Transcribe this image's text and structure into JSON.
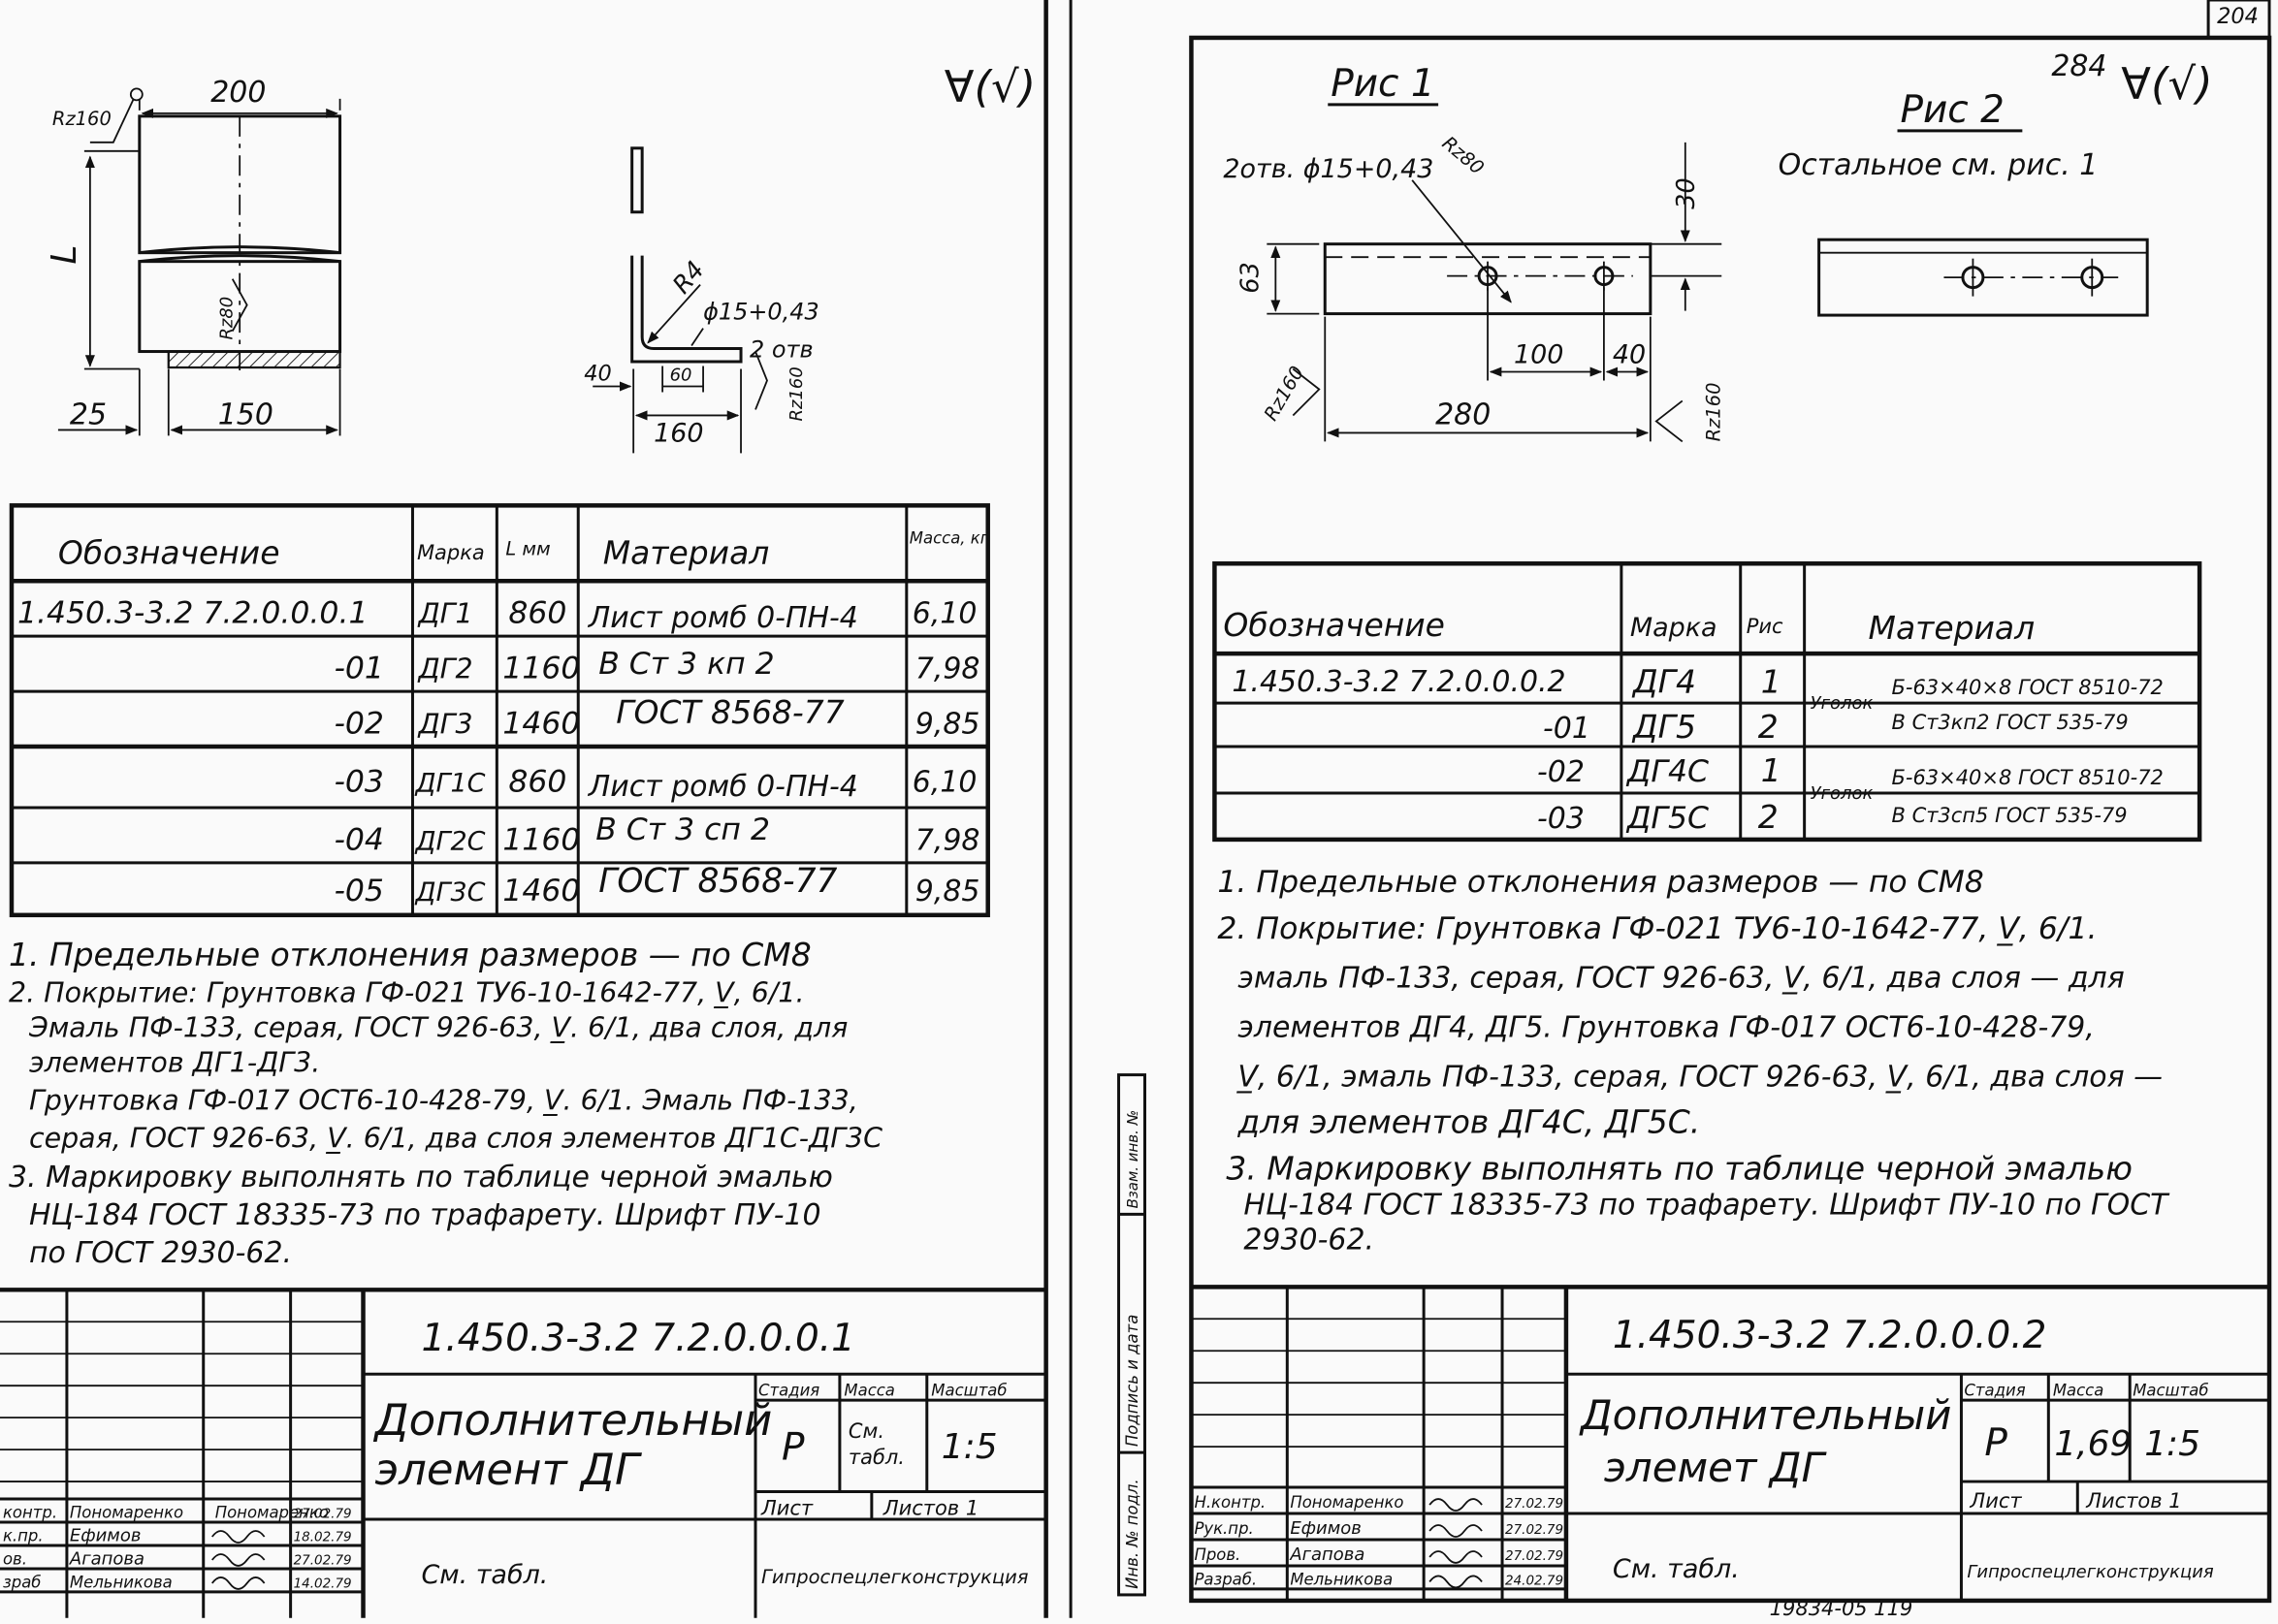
{
  "sheet_number": "204",
  "sheet_number_handwritten": "284",
  "roughness_symbol": "∀(√)",
  "left": {
    "drawing": {
      "dim_width": "200",
      "dim_length": "L",
      "dim_offset": "25",
      "dim_hatch": "150",
      "rough_top": "Rz160",
      "rough_face": "Rz80",
      "radius": "R4",
      "hole": "ϕ15+0,43",
      "holes_count": "2 отв",
      "dim_flange": "40",
      "dim_hole_pos": "60",
      "dim_angle_width": "160",
      "rough_side": "Rz160"
    },
    "table": {
      "headers": [
        "Обозначение",
        "Марка",
        "L мм",
        "Материал",
        "Масса, кг"
      ],
      "rows": [
        {
          "designation": "1.450.3-3.2  7.2.0.0.0.1",
          "mark": "ДГ1",
          "length": "860",
          "mass": "6,10"
        },
        {
          "designation": "-01",
          "mark": "ДГ2",
          "length": "1160",
          "mass": "7,98"
        },
        {
          "designation": "-02",
          "mark": "ДГ3",
          "length": "1460",
          "mass": "9,85"
        },
        {
          "designation": "-03",
          "mark": "ДГ1С",
          "length": "860",
          "mass": "6,10"
        },
        {
          "designation": "-04",
          "mark": "ДГ2С",
          "length": "1160",
          "mass": "7,98"
        },
        {
          "designation": "-05",
          "mark": "ДГ3С",
          "length": "1460",
          "mass": "9,85"
        }
      ],
      "material_a": [
        "Лист ромб 0-ПН-4",
        "В Ст 3 кп 2",
        "ГОСТ 8568-77"
      ],
      "material_b": [
        "Лист ромб 0-ПН-4",
        "В Ст 3 сп 2",
        "ГОСТ 8568-77"
      ]
    },
    "notes": [
      "1. Предельные  отклонения  размеров — по СМ8",
      "2. Покрытие: Грунтовка  ГФ-021  ТУ6-10-1642-77, V̲, 6/1.",
      "Эмаль  ПФ-133, серая, ГОСТ 926-63, V̲. 6/1, два слоя, для",
      "элементов  ДГ1-ДГ3.",
      "Грунтовка  ГФ-017  ОСТ6-10-428-79, V̲. 6/1. Эмаль  ПФ-133,",
      "серая,  ГОСТ  926-63, V̲. 6/1, два слоя  элементов ДГ1С-ДГ3С",
      "3. Маркировку  выполнять  по  таблице  черной  эмалью",
      "НЦ-184  ГОСТ 18335-73  по  трафарету.  Шрифт  ПУ-10",
      "по  ГОСТ 2930-62."
    ],
    "title_block": {
      "code": "1.450.3-3.2  7.2.0.0.0.1",
      "name_line1": "Дополнительный",
      "name_line2": "элемент  ДГ",
      "stage_label": "Стадия",
      "mass_label": "Масса",
      "scale_label": "Масштаб",
      "stage": "Р",
      "mass_line1": "См.",
      "mass_line2": "табл.",
      "scale": "1:5",
      "sheet_label": "Лист",
      "sheets_label": "Листов 1",
      "ref": "См.  табл.",
      "org": "Гипроспецлегконструкция",
      "staff": [
        {
          "role": "контр.",
          "name": "Пономаренко",
          "date": "27.02.79"
        },
        {
          "role": "к.пр.",
          "name": "Ефимов",
          "date": "18.02.79"
        },
        {
          "role": "ов.",
          "name": "Агапова",
          "date": "27.02.79"
        },
        {
          "role": "зраб",
          "name": "Мельникова",
          "date": "14.02.79"
        }
      ]
    }
  },
  "right": {
    "fig1": {
      "title": "Рис 1",
      "hole_note": "2отв. ϕ15+0,43",
      "rough_hole": "Rz80",
      "dim_top": "30",
      "dim_height": "63",
      "dim_hole_spacing": "100",
      "dim_edge": "40",
      "dim_length": "280",
      "rough_left": "Rz160",
      "rough_right": "Rz160"
    },
    "fig2": {
      "title": "Рис 2",
      "note": "Остальное  см. рис. 1"
    },
    "table": {
      "headers": [
        "Обозначение",
        "Марка",
        "Рис",
        "Материал"
      ],
      "rows": [
        {
          "designation": "1.450.3-3.2  7.2.0.0.0.2",
          "mark": "ДГ4",
          "fig": "1"
        },
        {
          "designation": "-01",
          "mark": "ДГ5",
          "fig": "2"
        },
        {
          "designation": "-02",
          "mark": "ДГ4С",
          "fig": "1"
        },
        {
          "designation": "-03",
          "mark": "ДГ5С",
          "fig": "2"
        }
      ],
      "material_a": {
        "prefix": "Уголок",
        "top": "Б-63×40×8 ГОСТ 8510-72",
        "bottom": "В Ст3кп2 ГОСТ 535-79"
      },
      "material_b": {
        "prefix": "Уголок",
        "top": "Б-63×40×8 ГОСТ 8510-72",
        "bottom": "В Ст3сп5 ГОСТ 535-79"
      }
    },
    "notes": [
      "1. Предельные  отклонения  размеров  —  по  СМ8",
      "2. Покрытие:  Грунтовка  ГФ-021  ТУ6-10-1642-77, V̲, 6/1.",
      "эмаль  ПФ-133, серая, ГОСТ 926-63, V̲, 6/1, два слоя — для",
      "элементов  ДГ4, ДГ5.  Грунтовка  ГФ-017  ОСТ6-10-428-79,",
      "V̲, 6/1, эмаль  ПФ-133, серая, ГОСТ 926-63, V̲, 6/1, два слоя —",
      "для  элементов  ДГ4С,  ДГ5С.",
      "3. Маркировку  выполнять  по  таблице  черной  эмалью",
      "НЦ-184  ГОСТ 18335-73  по трафарету. Шрифт  ПУ-10  по ГОСТ",
      "2930-62."
    ],
    "side_labels": [
      "Инв. № подл.",
      "Подпись и дата",
      "Взам. инв. №"
    ],
    "title_block": {
      "code": "1.450.3-3.2  7.2.0.0.0.2",
      "name_line1": "Дополнительный",
      "name_line2": "элемет  ДГ",
      "stage_label": "Стадия",
      "mass_label": "Масса",
      "scale_label": "Масштаб",
      "stage": "Р",
      "mass": "1,69",
      "scale": "1:5",
      "sheet_label": "Лист",
      "sheets_label": "Листов 1",
      "ref": "См.  табл.",
      "org": "Гипроспецлегконструкция",
      "staff": [
        {
          "role": "Н.контр.",
          "name": "Пономаренко",
          "date": "27.02.79"
        },
        {
          "role": "Рук.пр.",
          "name": "Ефимов",
          "date": "27.02.79"
        },
        {
          "role": "Пров.",
          "name": "Агапова",
          "date": "27.02.79"
        },
        {
          "role": "Разраб.",
          "name": "Мельникова",
          "date": "24.02.79"
        }
      ]
    },
    "footer": "19834-05   119"
  }
}
